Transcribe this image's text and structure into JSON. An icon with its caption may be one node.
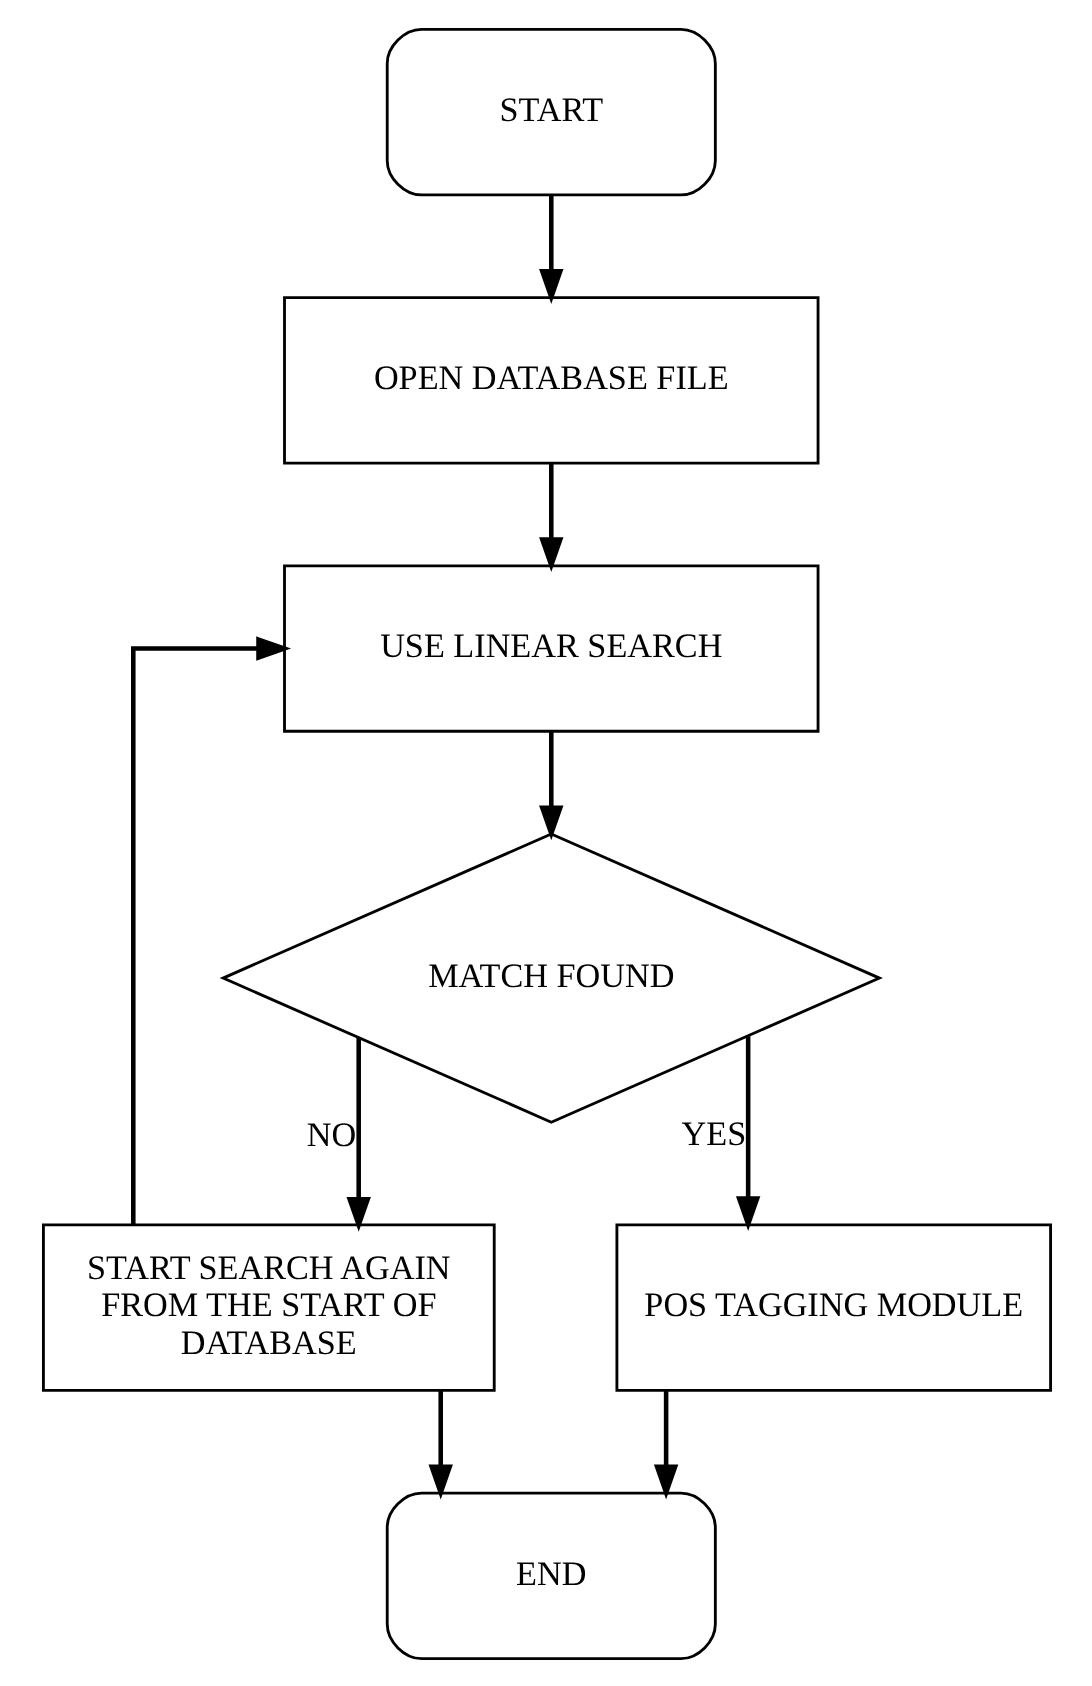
{
  "diagram": {
    "nodes": [
      {
        "text": [
          "START"
        ]
      },
      {
        "text": [
          "OPEN DATABASE FILE"
        ]
      },
      {
        "text": [
          "USE LINEAR SEARCH"
        ]
      },
      {
        "text": [
          "MATCH FOUND"
        ]
      },
      {
        "text": [
          "START SEARCH AGAIN FROM THE START OF DATABASE"
        ]
      },
      {
        "text": [
          "POS TAGGING MODULE"
        ]
      },
      {
        "text": [
          "END"
        ]
      }
    ],
    "edges": [
      {
        "from": 0,
        "to": 1,
        "arrow": "to"
      },
      {
        "from": 1,
        "to": 2,
        "arrow": "to"
      },
      {
        "from": 2,
        "to": 3,
        "arrow": "to"
      },
      {
        "from": 3,
        "to": 4,
        "arrow": "to",
        "label": "NO"
      },
      {
        "from": 3,
        "to": 5,
        "arrow": "to",
        "label": "YES"
      },
      {
        "from": 4,
        "to": 2,
        "arrow": "to"
      },
      {
        "from": 4,
        "to": 6,
        "arrow": "to"
      },
      {
        "from": 5,
        "to": 6,
        "arrow": "to"
      }
    ]
  }
}
